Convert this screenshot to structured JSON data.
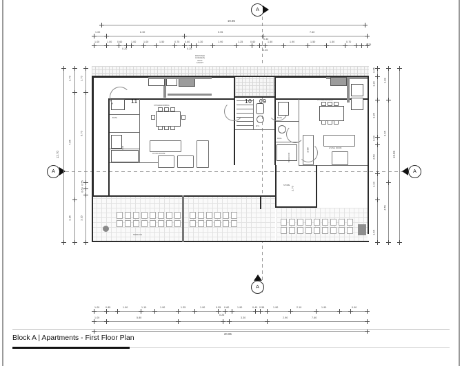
{
  "sheet": {
    "title": "Block A | Apartments - First Floor Plan",
    "drawing_type": "architectural-floor-plan"
  },
  "units": [
    {
      "number": "11",
      "position": "left"
    },
    {
      "number": "10",
      "position": "center-left"
    },
    {
      "number": "09",
      "position": "center-right"
    }
  ],
  "room_labels": {
    "kitchen_dining_left": "KITCHEN/DINING",
    "kitchen_dining_right": "KITCHEN/DINING",
    "living_left": "LIVING ROOM",
    "living_right": "LIVING ROOM",
    "bedroom_left": "BEDROOM",
    "bedroom_right": "BEDROOM",
    "bath_left": "BATH",
    "bath_right": "BATH",
    "hall_left": "HALL",
    "hall_right": "HALL",
    "store": "STORE",
    "wc": "W.C.",
    "entry_left": "ENTRY",
    "entry_right": "ENTRY",
    "terrace": "TERRACE"
  },
  "notes": {
    "top_center": "PROPOSED\nCONCRETE\nROOF\nCANOPY"
  },
  "section_markers": [
    {
      "label": "A",
      "location": "top",
      "direction": "right"
    },
    {
      "label": "A",
      "location": "left",
      "direction": "right"
    },
    {
      "label": "A",
      "location": "right",
      "direction": "left"
    },
    {
      "label": "A",
      "location": "bottom",
      "direction": "up"
    }
  ],
  "dimensions": {
    "top": {
      "overall": "19.85",
      "row_major": [
        "1.00",
        "6.30",
        "5.95",
        "7.60"
      ],
      "row_detail": [
        "1.00",
        "1.00",
        "0.60",
        "1.00",
        "1.00",
        "1.50",
        "0.75",
        "0.60",
        "1.30",
        "1.90",
        "1.25",
        "0.60",
        "1.50",
        "1.90",
        "1.50",
        "1.50",
        "0.70",
        "0.25"
      ],
      "row_detail_below": [
        "0.20",
        "0.20",
        "0.25"
      ],
      "row_detail_above": [
        "0.30"
      ]
    },
    "bottom": {
      "overall": "20.85",
      "row_major": [
        "1.00",
        "5.80",
        "0.25",
        "3.30",
        "2.90",
        "7.60"
      ],
      "row_detail": [
        "1.00",
        "0.85",
        "1.90",
        "1.10",
        "1.90",
        "1.35",
        "1.90",
        "0.55",
        "0.60",
        "1.90",
        "0.40",
        "0.55",
        "1.90",
        "2.10",
        "1.90",
        "0.90"
      ]
    },
    "left": {
      "overall": "12.70",
      "col_mid": [
        "1.70",
        "7.85",
        "3.15"
      ],
      "col_inner": [
        "1.70",
        "6.70",
        "0.55",
        "0.60",
        "3.15"
      ]
    },
    "right": {
      "overall": "13.05",
      "col_inner": [
        "0.65",
        "1.20",
        "3.85",
        "0.60",
        "2.60",
        "2.30",
        "1.65"
      ],
      "col_mid": [
        "1.88",
        "6.65",
        "4.55"
      ],
      "interior": [
        "3.55",
        "2.70"
      ]
    }
  },
  "colors": {
    "wall": "#2b2b2b",
    "dimension": "#8d8d8d",
    "text": "#1a1a1a",
    "terrace_grid": "#e3e3e3",
    "accent_rule": "#111111"
  }
}
